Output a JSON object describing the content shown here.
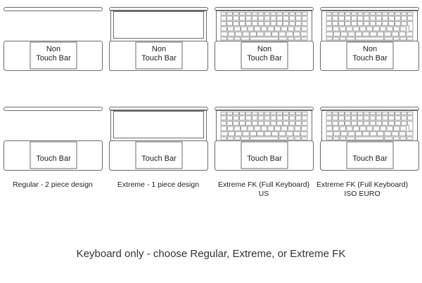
{
  "rows": [
    {
      "trackpad_lines": [
        "Non",
        "Touch Bar"
      ],
      "cells": [
        {
          "variant": "regular"
        },
        {
          "variant": "extreme"
        },
        {
          "variant": "keyboard-us"
        },
        {
          "variant": "keyboard-iso"
        }
      ]
    },
    {
      "trackpad_lines": [
        "Touch Bar"
      ],
      "cells": [
        {
          "variant": "regular"
        },
        {
          "variant": "extreme"
        },
        {
          "variant": "keyboard-us"
        },
        {
          "variant": "keyboard-iso"
        }
      ]
    }
  ],
  "captions": [
    [
      "Regular - 2 piece design"
    ],
    [
      "Extreme - 1 piece design"
    ],
    [
      "Extreme FK (Full Keyboard)",
      "US"
    ],
    [
      "Extreme FK (Full Keyboard)",
      "ISO EURO"
    ]
  ],
  "footer": "Keyboard only - choose Regular, Extreme, or Extreme FK",
  "colors": {
    "outline": "#6b6b6b",
    "key": "#8a8a8a"
  }
}
